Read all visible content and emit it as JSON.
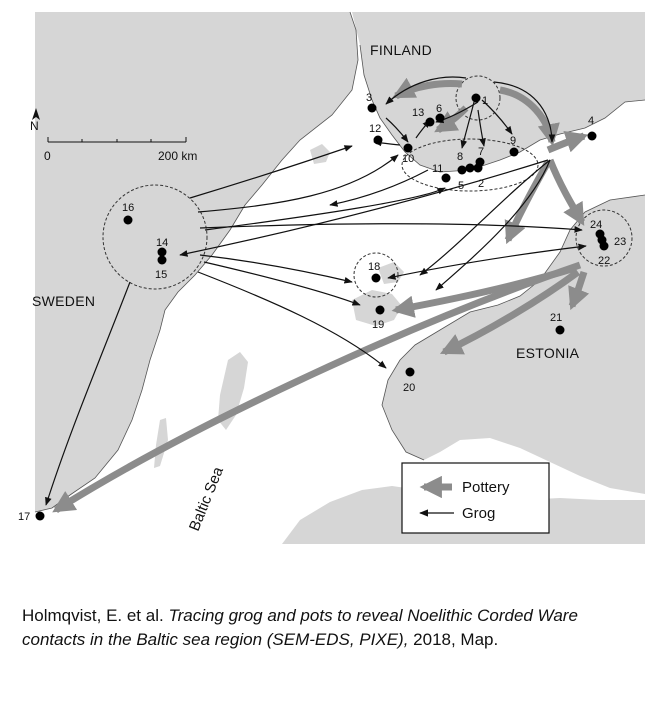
{
  "map": {
    "regions": {
      "finland": "FINLAND",
      "sweden": "SWEDEN",
      "estonia": "ESTONIA"
    },
    "sea": "Baltic Sea",
    "north_symbol": "N",
    "scale": {
      "start": "0",
      "end": "200 km"
    },
    "legend": {
      "pottery": "Pottery",
      "grog": "Grog"
    },
    "colors": {
      "land": "#d6d6d6",
      "sea": "#ffffff",
      "pottery_arrow": "#8c8c8c",
      "grog_arrow": "#111111"
    },
    "sites": [
      "1",
      "2",
      "3",
      "4",
      "5",
      "6",
      "7",
      "8",
      "9",
      "10",
      "11",
      "12",
      "13",
      "14",
      "15",
      "16",
      "17",
      "18",
      "19",
      "20",
      "21",
      "22",
      "23",
      "24"
    ]
  },
  "caption": {
    "authors": "Holmqvist, E. et al.",
    "title": "Tracing grog and pots to reveal Noelithic Corded Ware contacts in the Baltic sea region (SEM-EDS, PIXE),",
    "tail": " 2018, Map."
  }
}
